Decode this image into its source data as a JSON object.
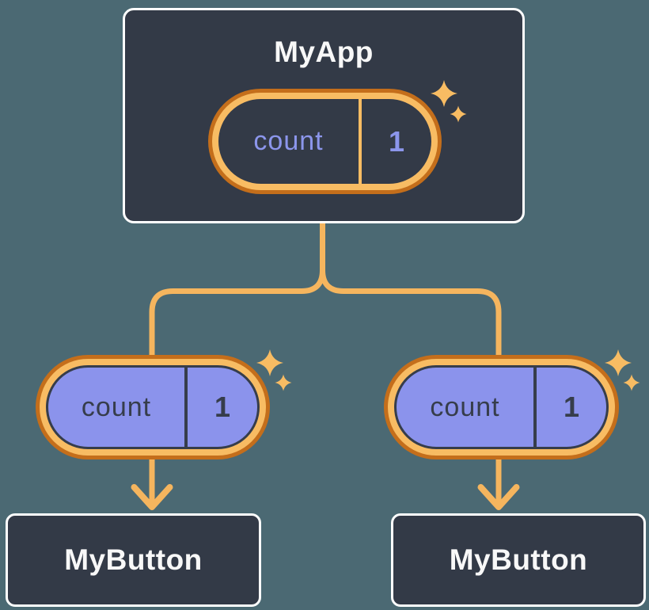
{
  "nodes": {
    "root": {
      "label": "MyApp"
    },
    "children": [
      {
        "label": "MyButton"
      },
      {
        "label": "MyButton"
      }
    ]
  },
  "pills": [
    {
      "name": "count",
      "value": "1"
    },
    {
      "name": "count",
      "value": "1"
    },
    {
      "name": "count",
      "value": "1"
    }
  ],
  "icons": {
    "sparkles": "sparkles-icon",
    "arrow_down": "arrow-down-icon"
  },
  "colors": {
    "background": "#4B6973",
    "node_fill": "#333A47",
    "node_border": "#FFFFFF",
    "node_text": "#F8F8F8",
    "pill_fill_purple": "#8B93EC",
    "pill_text_purple": "#8C96EC",
    "pill_text_dark": "#363D4B",
    "ring_inner_orange": "#F8BC63",
    "ring_outer_orange": "#C46E1B",
    "connector_orange": "#F5B55E"
  }
}
